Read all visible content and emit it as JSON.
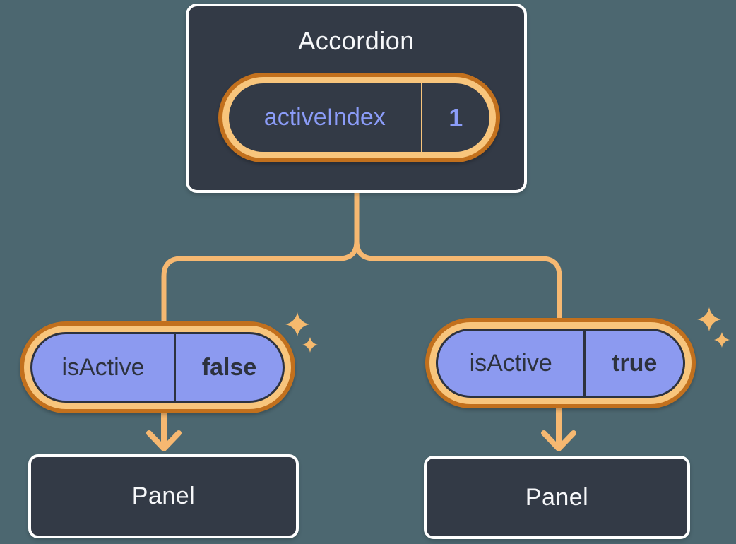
{
  "colors": {
    "bg": "#4C6770",
    "box_fill": "#333A46",
    "box_border": "#FFFFFF",
    "title_text": "#F6F7F9",
    "purple_text": "#8B9CF8",
    "pill_purple": "#8C9AF0",
    "dark_text": "#2D323E",
    "ring_dark": "#C2701D",
    "ring_light": "#F8C57C",
    "connector": "#F6B871",
    "sparkle": "#F6BA6E"
  },
  "icons": {
    "sparkle": "✦ four-point star (orange highlight glyph)"
  },
  "accordion": {
    "title": "Accordion",
    "state_name": "activeIndex",
    "state_value": "1"
  },
  "children": [
    {
      "prop_name": "isActive",
      "prop_value": "false",
      "panel_label": "Panel"
    },
    {
      "prop_name": "isActive",
      "prop_value": "true",
      "panel_label": "Panel"
    }
  ]
}
